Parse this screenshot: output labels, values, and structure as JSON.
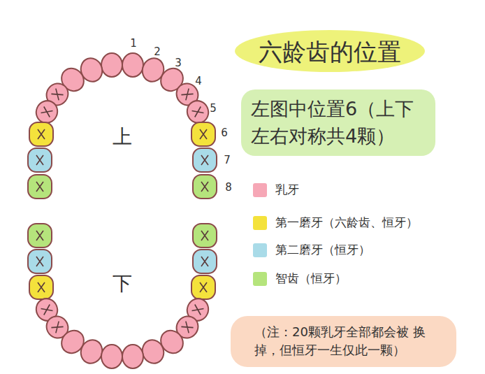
{
  "diagram": {
    "title": "六龄齿的位置",
    "nodes": [
      {
        "text": [
          "左图中位置6（上下 左右对称共4颗）"
        ]
      },
      {
        "text": [
          "（注：20颗乳牙全部都会被 换掉，但恒牙一生仅此一颗）"
        ]
      }
    ],
    "labels": [
      "1",
      "2",
      "3",
      "4",
      "5",
      "6",
      "7",
      "8",
      "上",
      "下"
    ],
    "legend": [
      {
        "text": "乳牙",
        "color": "#f6a7b6"
      },
      {
        "text": "第一磨牙（六龄齿、恒牙）",
        "color": "#f4e23c"
      },
      {
        "text": "第二磨牙（恒牙）",
        "color": "#a9dbe8"
      },
      {
        "text": "智齿（恒牙）",
        "color": "#b5e47c"
      }
    ]
  }
}
